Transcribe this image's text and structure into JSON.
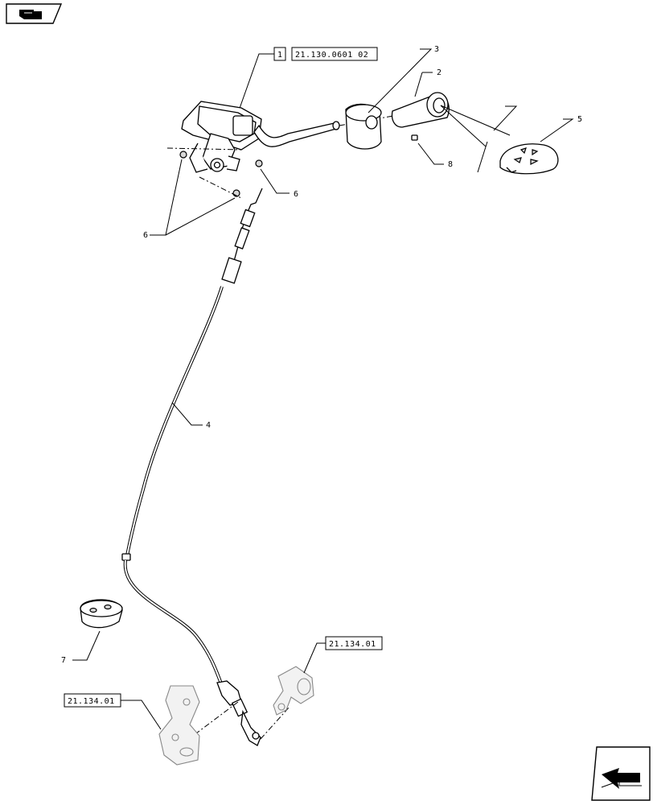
{
  "refs": {
    "box_top_index": "1",
    "box_top_code": "21.130.0601 02",
    "box_right_code": "21.134.01",
    "box_left_code": "21.134.01"
  },
  "callouts": {
    "c1": "2",
    "c2": "3",
    "c3": "4",
    "c4": "5",
    "c5": "6",
    "c6": "6",
    "c7": "7",
    "c8": "8"
  },
  "icons": {
    "top_left": "hand-pointer-icon",
    "bottom_right": "arrow-bottom-left-icon"
  }
}
